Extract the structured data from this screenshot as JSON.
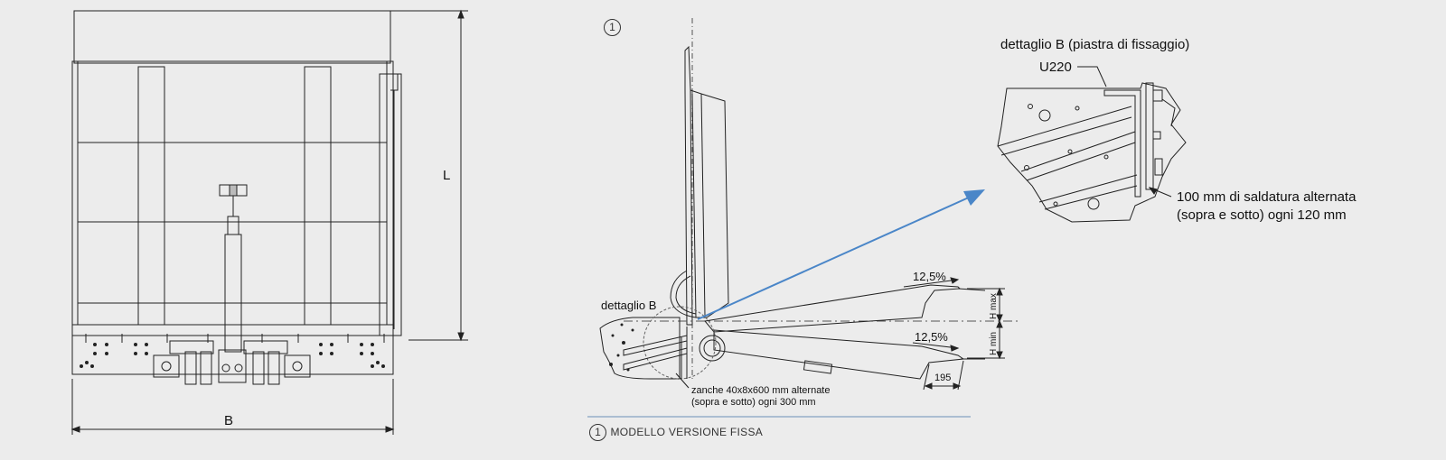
{
  "left_view": {
    "dim_width_label": "B",
    "dim_length_label": "L"
  },
  "side_view": {
    "marker_number": "1",
    "detail_b_label": "dettaglio B",
    "slope_top": "12,5%",
    "slope_bottom": "12,5%",
    "h_max": "H max",
    "h_min": "H min",
    "dim_195": "195",
    "zanche_line1": "zanche 40x8x600 mm alternate",
    "zanche_line2": "(sopra e sotto) ogni 300 mm"
  },
  "detail_b": {
    "title": "dettaglio B (piastra di fissaggio)",
    "profile_label": "U220",
    "weld_line1": "100 mm di saldatura alternata",
    "weld_line2": "(sopra e sotto) ogni 120 mm"
  },
  "caption": {
    "number": "1",
    "text": "MODELLO VERSIONE FISSA"
  },
  "colors": {
    "background": "#ececec",
    "line": "#222222",
    "arrow": "#4a86c8",
    "caption_rule": "#6a8fb8"
  }
}
